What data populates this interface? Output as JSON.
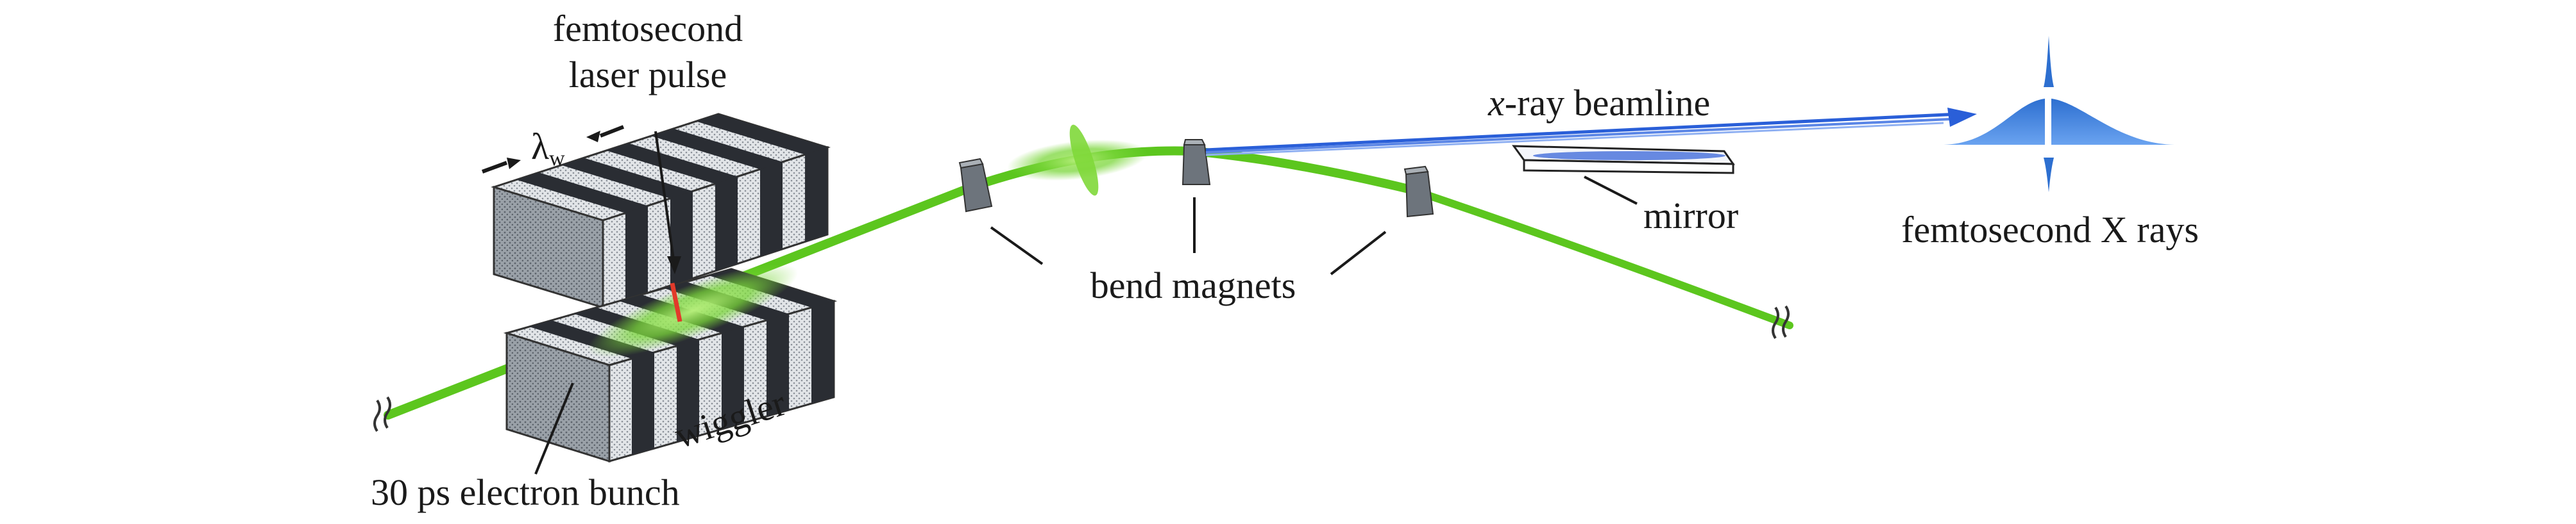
{
  "labels": {
    "laser_line1": "femtosecond",
    "laser_line2": "laser pulse",
    "lambda_symbol": "λ",
    "lambda_sub": "w",
    "xray_italic": "x",
    "xray_rest": "-ray beamline",
    "mirror": "mirror",
    "femto_xrays": "femtosecond X rays",
    "bend_magnets": "bend magnets",
    "wiggler": "wiggler",
    "electron_bunch": "30 ps electron bunch"
  },
  "colors": {
    "beam_green": "#5cc61e",
    "glow_green": "#8fe04a",
    "xray_blue": "#2a5fd8",
    "pulse_blue": "#2d6fd0",
    "laser_red": "#e23a2a",
    "magnet_dark": "#6d747c",
    "magnet_light": "#c9ced3",
    "stripe_dark": "#2a2d33"
  }
}
